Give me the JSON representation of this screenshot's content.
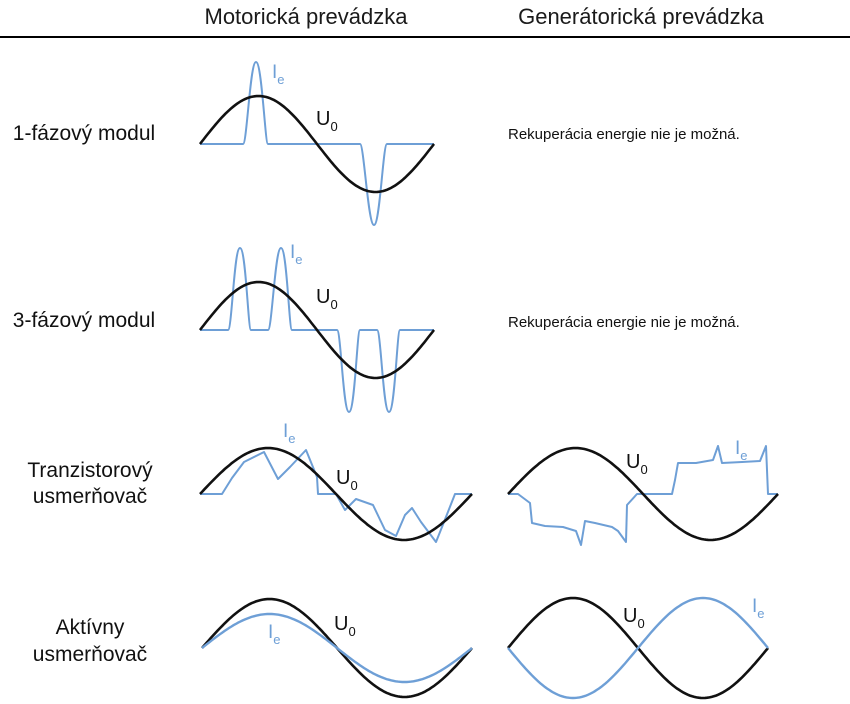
{
  "colors": {
    "voltage": "#111111",
    "current": "#6e9fd6",
    "rule": "#000000",
    "text": "#111111"
  },
  "header": {
    "motor": "Motorická prevádzka",
    "generator": "Generátorická prevádzka"
  },
  "rows": [
    {
      "label": [
        "1-fázový modul"
      ],
      "generator_note": "Rekuperácia energie nie je možná."
    },
    {
      "label": [
        "3-fázový modul"
      ],
      "generator_note": "Rekuperácia energie nie je možná."
    },
    {
      "label": [
        "Tranzistorový",
        "usmerňovač"
      ],
      "generator_note": ""
    },
    {
      "label": [
        "Aktívny",
        "usmerňovač"
      ],
      "generator_note": ""
    }
  ],
  "symbols": {
    "voltage": "U",
    "voltage_sub": "0",
    "current": "I",
    "current_sub": "e"
  }
}
